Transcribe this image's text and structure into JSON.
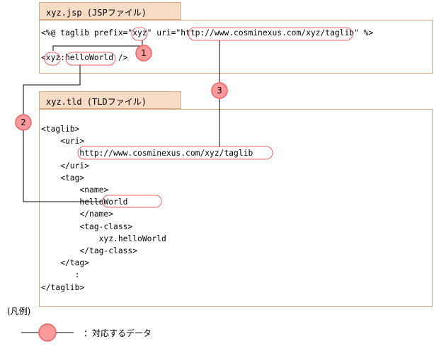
{
  "jsp": {
    "tab": "xyz.jsp (JSPファイル)",
    "line1": "<%@ taglib prefix=\"xyz\" uri=\"http://www.cosminexus.com/xyz/taglib\" %>",
    "line2": "<xyz:helloWorld />"
  },
  "tld": {
    "tab": "xyz.tld (TLDファイル)",
    "lines": [
      "<taglib>",
      "    <uri>",
      "        http://www.cosminexus.com/xyz/taglib",
      "    </uri>",
      "    <tag>",
      "        <name>",
      "        helloWorld",
      "        </name>",
      "        <tag-class>",
      "            xyz.helloWorld",
      "        </tag-class>",
      "    </tag>",
      "       :",
      "</taglib>"
    ]
  },
  "markers": [
    "1",
    "2",
    "3"
  ],
  "legend": {
    "title": "(凡例)",
    "text": "：対応するデータ"
  },
  "colors": {
    "tab_bg": "#f6dcc4",
    "border": "#d8a880",
    "oval": "#f06060",
    "marker": "#ff9a9a"
  }
}
